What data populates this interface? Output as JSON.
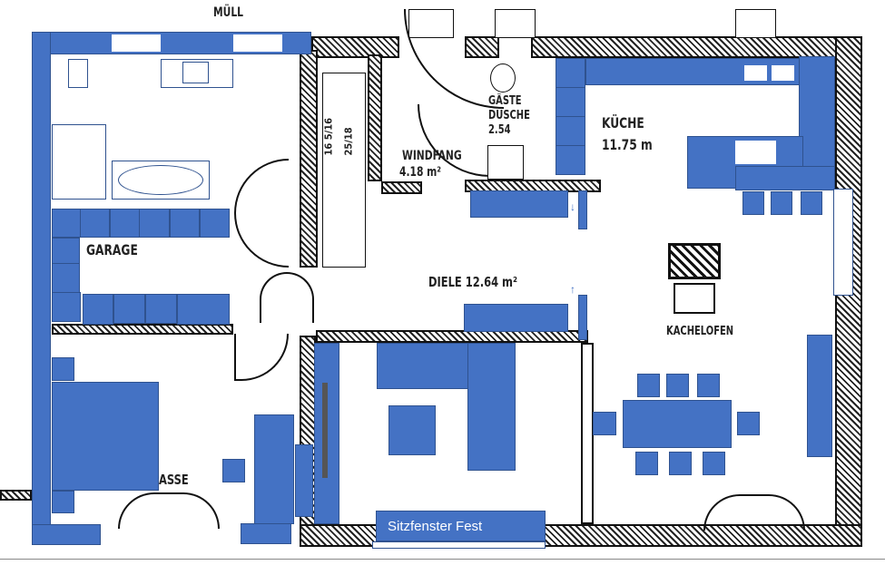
{
  "rooms": {
    "muell": "MÜLL",
    "gaeste_dusche_1": "GÄSTE",
    "gaeste_dusche_2": "DUSCHE",
    "gaeste_dusche_area": "2.54",
    "kueche": "KÜCHE",
    "kueche_area": "11.75 m",
    "windfang": "WINDFANG",
    "windfang_area": "4.18 m²",
    "diele": "DIELE 12.64 m²",
    "garage": "GARAGE",
    "kachelofen": "KACHELOFEN",
    "terrasse": "ASSE",
    "stairs_1": "16 5/16",
    "stairs_2": "25/18"
  },
  "labels": {
    "sitzfenster": "Sitzfenster Fest"
  },
  "colors": {
    "furniture": "#4472c4",
    "furniture_border": "#2f528f",
    "wall": "#111111"
  }
}
